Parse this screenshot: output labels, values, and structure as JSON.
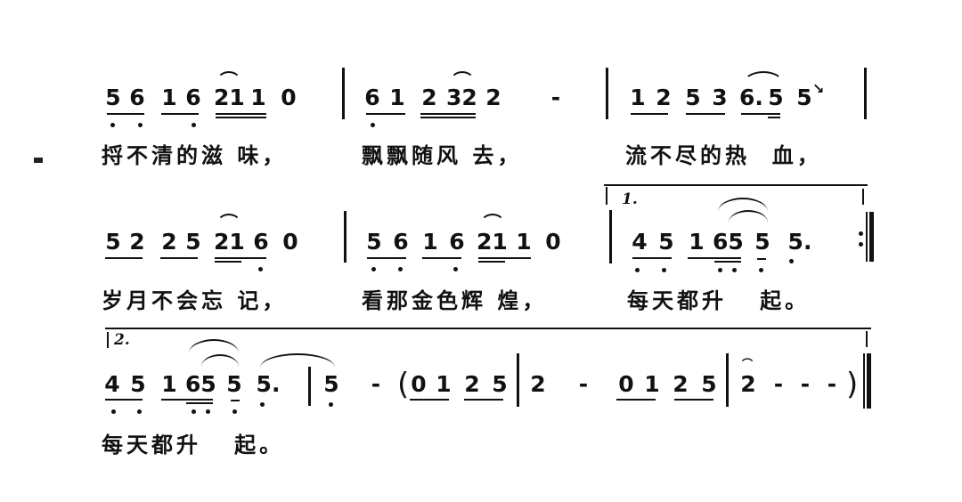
{
  "score": {
    "notation": "jianpu",
    "rows": [
      {
        "measures": [
          {
            "notes": "5 6 1 6 21 1 0",
            "lyric": "捋不清的滋 味，"
          },
          {
            "notes": "6 1 2 32 2 -",
            "lyric": "飘飘随风 去，"
          },
          {
            "notes": "1 2 5 3 6.5 5",
            "lyric": "流不尽的热  血，"
          }
        ]
      },
      {
        "measures": [
          {
            "notes": "5 2 2 5 21 6 0",
            "lyric": "岁月不会忘 记，"
          },
          {
            "notes": "5 6 1 6 21 1 0",
            "lyric": "看那金色辉 煌，"
          },
          {
            "ending": "1.",
            "notes": "4 5 1 65 5 5.",
            "lyric": "每天都升   起。",
            "repeat_end": ":‖"
          }
        ]
      },
      {
        "measures": [
          {
            "ending": "2.",
            "notes": "4 5 1 65 5 5.",
            "lyric": "每天都升   起。"
          },
          {
            "notes": "5 - ( 0 1 2 5"
          },
          {
            "notes": "2 - 0 1 2 5"
          },
          {
            "notes": "2 - - - )",
            "fermata": "2",
            "final_bar": "‖"
          }
        ]
      }
    ]
  },
  "r1": {
    "m1": [
      "5",
      "6",
      "1",
      "6",
      "21",
      "1",
      "0"
    ],
    "m2": [
      "6",
      "1",
      "2",
      "32",
      "2",
      "-"
    ],
    "m3": [
      "1",
      "2",
      "5",
      "3",
      "6.",
      "5",
      "5"
    ],
    "l1": "捋不清的滋 味，",
    "l2": "飘飘随风 去，",
    "l3": "流不尽的热  血，"
  },
  "r2": {
    "m1": [
      "5",
      "2",
      "2",
      "5",
      "21",
      "6",
      "0"
    ],
    "m2": [
      "5",
      "6",
      "1",
      "6",
      "21",
      "1",
      "0"
    ],
    "m3": [
      "4",
      "5",
      "1",
      "65",
      "5",
      "5."
    ],
    "ending": "1.",
    "l1": "岁月不会忘 记，",
    "l2": "看那金色辉 煌，",
    "l3": "每天都升   起。"
  },
  "r3": {
    "m1": [
      "4",
      "5",
      "1",
      "65",
      "5",
      "5."
    ],
    "ending": "2.",
    "m2": [
      "5",
      "-",
      "(",
      "0",
      "1",
      "2",
      "5"
    ],
    "m3": [
      "2",
      "-",
      "0",
      "1",
      "2",
      "5"
    ],
    "m4": [
      "2",
      "-",
      "-",
      "-",
      ")"
    ],
    "l1": "每天都升   起。"
  }
}
